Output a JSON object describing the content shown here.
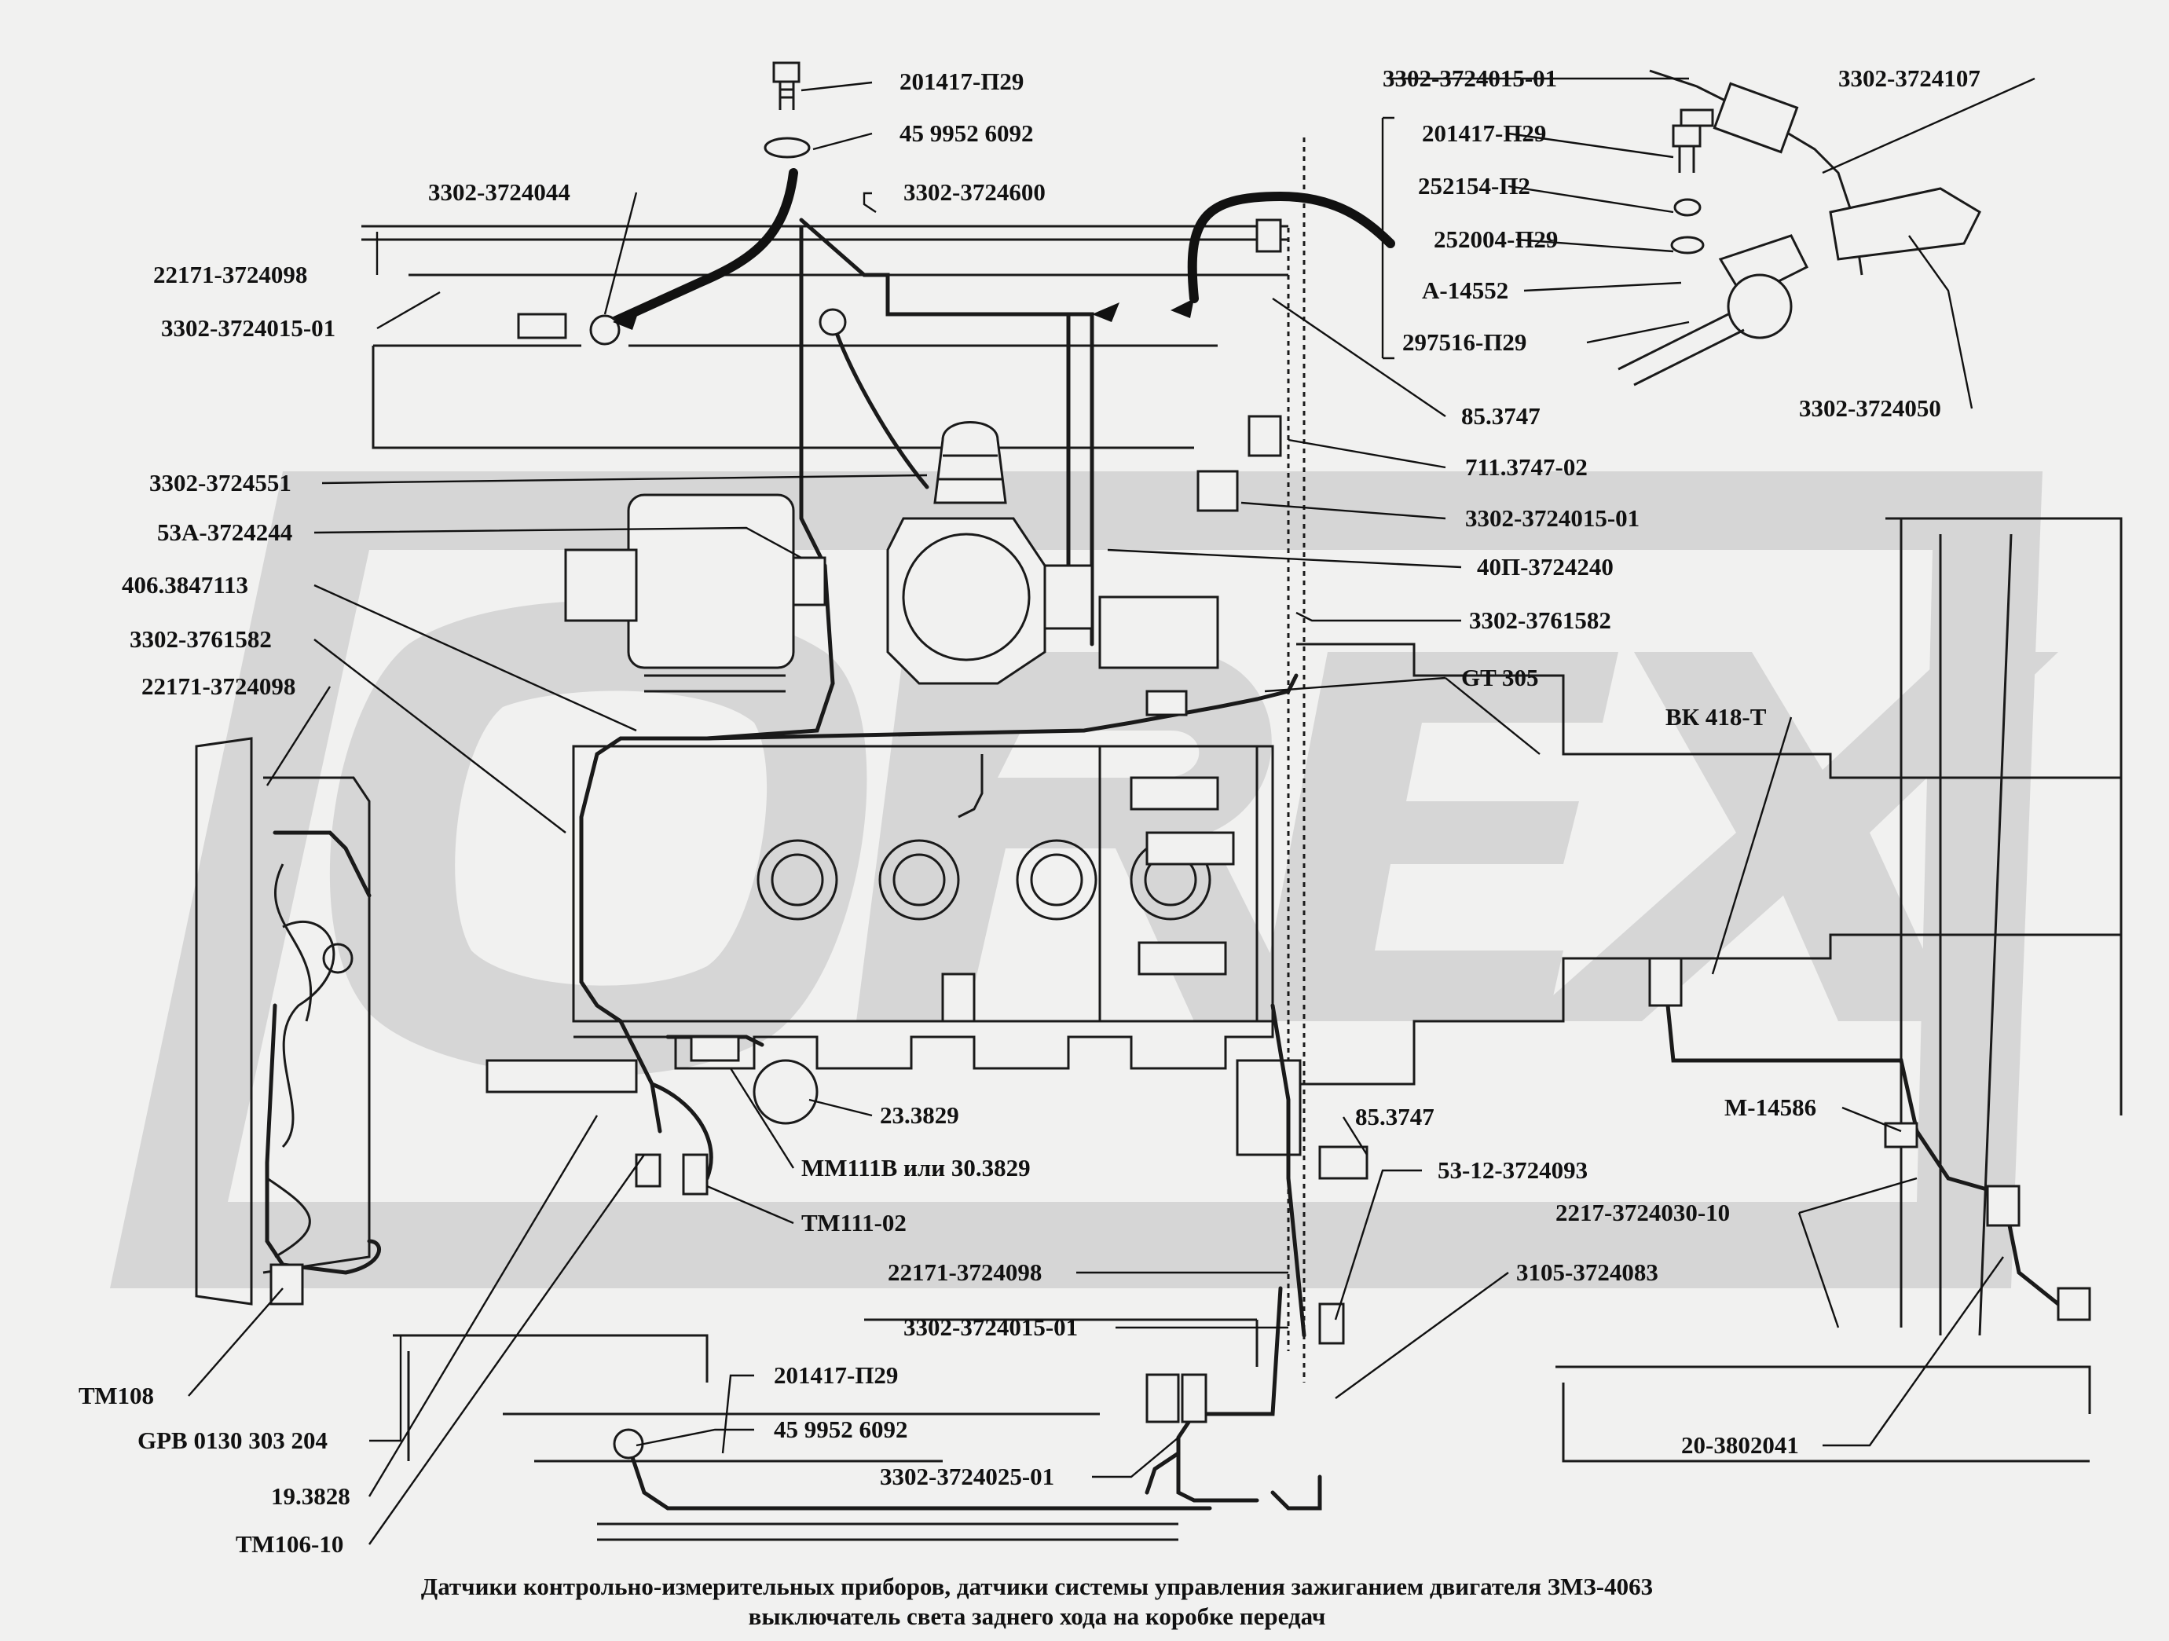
{
  "callouts": [
    {
      "id": "c1",
      "text": "201417-П29"
    },
    {
      "id": "c2",
      "text": "45  9952  6092"
    },
    {
      "id": "c3",
      "text": "3302-3724044"
    },
    {
      "id": "c4",
      "text": "3302-3724600"
    },
    {
      "id": "c5",
      "text": "22171-3724098"
    },
    {
      "id": "c6",
      "text": "3302-3724015-01"
    },
    {
      "id": "c7",
      "text": "3302-3724551"
    },
    {
      "id": "c8",
      "text": "53А-3724244"
    },
    {
      "id": "c9",
      "text": "406.3847113"
    },
    {
      "id": "c10",
      "text": "3302-3761582"
    },
    {
      "id": "c11",
      "text": "22171-3724098"
    },
    {
      "id": "c12",
      "text": "3302-3724015-01"
    },
    {
      "id": "c13",
      "text": "3302-3724107"
    },
    {
      "id": "c14",
      "text": "201417-П29"
    },
    {
      "id": "c15",
      "text": "252154-П2"
    },
    {
      "id": "c16",
      "text": "252004-П29"
    },
    {
      "id": "c17",
      "text": "А-14552"
    },
    {
      "id": "c18",
      "text": "297516-П29"
    },
    {
      "id": "c19",
      "text": "3302-3724050"
    },
    {
      "id": "c20",
      "text": "85.3747"
    },
    {
      "id": "c21",
      "text": "711.3747-02"
    },
    {
      "id": "c22",
      "text": "3302-3724015-01"
    },
    {
      "id": "c23",
      "text": "40П-3724240"
    },
    {
      "id": "c24",
      "text": "3302-3761582"
    },
    {
      "id": "c25",
      "text": "GT 305"
    },
    {
      "id": "c26",
      "text": "ВК 418-Т"
    },
    {
      "id": "c27",
      "text": "23.3829"
    },
    {
      "id": "c28",
      "text": "ММ111В или 30.3829"
    },
    {
      "id": "c29",
      "text": "ТМ111-02"
    },
    {
      "id": "c30",
      "text": "85.3747"
    },
    {
      "id": "c31",
      "text": "53-12-3724093"
    },
    {
      "id": "c32",
      "text": "М-14586"
    },
    {
      "id": "c33",
      "text": "2217-3724030-10"
    },
    {
      "id": "c34",
      "text": "22171-3724098"
    },
    {
      "id": "c35",
      "text": "3105-3724083"
    },
    {
      "id": "c36",
      "text": "3302-3724015-01"
    },
    {
      "id": "c37",
      "text": "ТМ108"
    },
    {
      "id": "c38",
      "text": "GPB  0130 303 204"
    },
    {
      "id": "c39",
      "text": "201417-П29"
    },
    {
      "id": "c40",
      "text": "45  9952  6092"
    },
    {
      "id": "c41",
      "text": "3302-3724025-01"
    },
    {
      "id": "c42",
      "text": "20-3802041"
    },
    {
      "id": "c43",
      "text": "19.3828"
    },
    {
      "id": "c44",
      "text": "ТМ106-10"
    }
  ],
  "caption": {
    "line1": "Датчики контрольно-измерительных  приборов, датчики системы управления зажиганием двигателя ЗМЗ-4063",
    "line2": "выключатель света заднего хода на  коробке передач"
  },
  "colors": {
    "background": "#f1f1f0",
    "ink": "#111111",
    "watermark": "#d6d6d6"
  }
}
